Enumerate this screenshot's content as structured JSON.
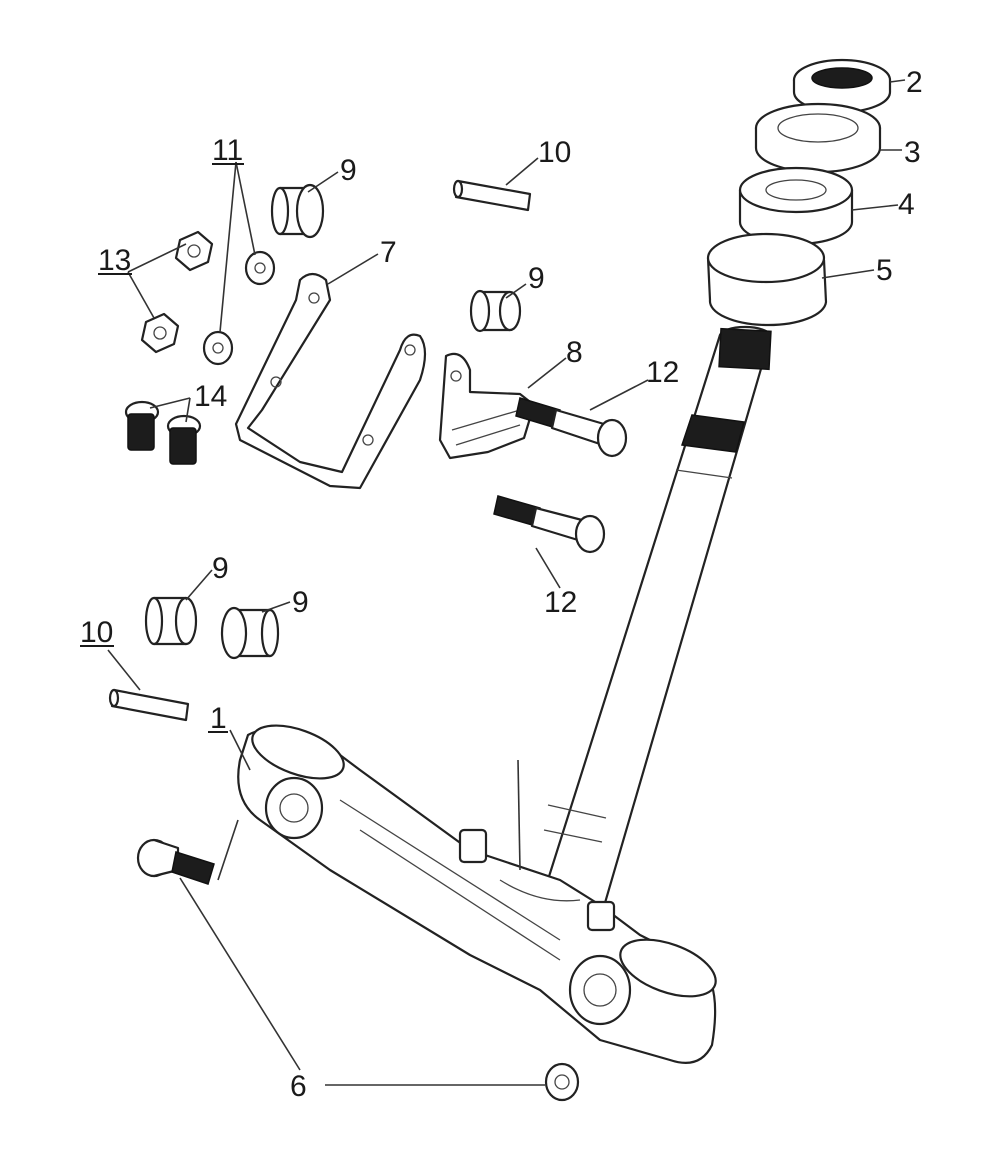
{
  "callouts": {
    "c1": "1",
    "c2": "2",
    "c3": "3",
    "c4": "4",
    "c5": "5",
    "c6": "6",
    "c7": "7",
    "c8": "8",
    "c9a": "9",
    "c9b": "9",
    "c9c": "9",
    "c9d": "9",
    "c10a": "10",
    "c10b": "10",
    "c11": "11",
    "c12a": "12",
    "c12b": "12",
    "c13": "13",
    "c14": "14"
  },
  "colors": {
    "line": "#222222",
    "background": "#ffffff",
    "thread": "#1c1c1c"
  }
}
